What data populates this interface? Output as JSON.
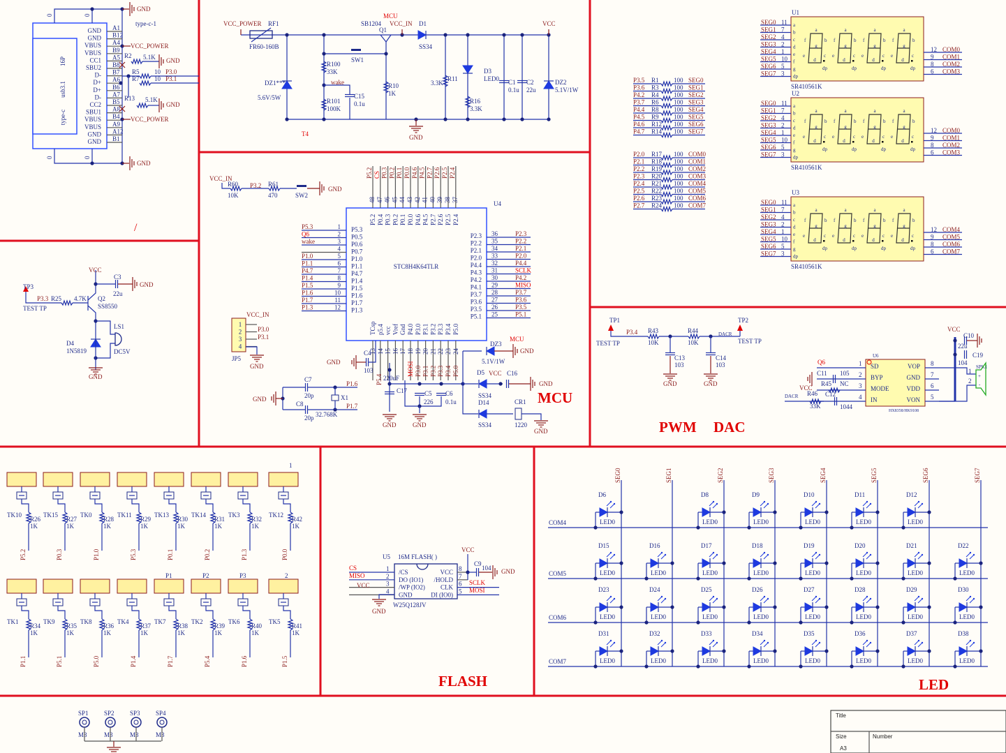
{
  "colors": {
    "wire": "#2233aa",
    "net": "#8b1c1c",
    "accent": "#e00000",
    "separator": "#e01020"
  },
  "usb": {
    "ref": "type-c-1",
    "pkg": "16P",
    "model": "usb3.1",
    "kind": "type-c",
    "zero": "0",
    "gnd": "GND",
    "vcc_power": "VCC_POWER",
    "pin_names": [
      "GND",
      "GND",
      "VBUS",
      "VBUS",
      "CC1",
      "SBU2",
      "D-",
      "D+",
      "D+",
      "D-",
      "CC2",
      "SBU1",
      "VBUS",
      "VBUS",
      "GND",
      "GND"
    ],
    "pin_nums": [
      "A1",
      "B12",
      "A4",
      "B9",
      "A5",
      "B8",
      "B7",
      "A6",
      "B6",
      "A7",
      "B5",
      "A8",
      "B4",
      "A9",
      "A12",
      "B1"
    ],
    "r2": "R2",
    "r2_val": "5.1K",
    "r5": "R5",
    "r5_val": "10",
    "r7": "R7",
    "r7_val": "10",
    "net_p30": "P3.0",
    "net_p31": "P3.1",
    "r13": "R13",
    "r13_val": "5.1K"
  },
  "power": {
    "vcc_power": "VCC_POWER",
    "rf1": "RF1",
    "rf1_val": "FR60-160B",
    "mcu": "MCU",
    "q1_part": "SB1204",
    "q1": "Q1",
    "vcc_in": "VCC_IN",
    "d1": "D1",
    "d1_val": "SS34",
    "vcc": "VCC",
    "sw1": "SW1",
    "r100": "R100",
    "r100_val": "33K",
    "wake": "wake",
    "c15": "C15",
    "c15_val": "0.1u",
    "r101": "R101",
    "r101_val": "100K",
    "r10": "R10",
    "r10_val": "1K",
    "dz1": "DZ1***",
    "dz1_val": "5.6V/5W",
    "r11": "R11",
    "r11_val": "3.3K",
    "d3": "D3",
    "d3_val": "LED0",
    "r16": "R16",
    "r16_val": "3.3K",
    "c1": "C1",
    "c1_val": "0.1u",
    "c2": "C2",
    "c2_val": "22u",
    "dz2": "DZ2",
    "dz2_val": "5.1V/1W",
    "gnd": "GND",
    "t4": "T4"
  },
  "buzzer": {
    "slash": "/",
    "tp3": "TP3",
    "test_tp": "TEST TP",
    "p33": "P3.3",
    "r25": "R25",
    "r25_val": "4.7K",
    "q2": "Q2",
    "q2_val": "SS8550",
    "vcc": "VCC",
    "c3": "C3",
    "c3_val": "22u",
    "gnd": "GND",
    "ls1": "LS1",
    "ls1_val": "DC5V",
    "d4": "D4",
    "d4_val": "1N5819",
    "gnd2": "GND"
  },
  "mcu": {
    "ref": "U4",
    "part": "STC8H4K64TLR",
    "title": "MCU",
    "left_nums": [
      "1",
      "2",
      "3",
      "4",
      "5",
      "6",
      "7",
      "8",
      "9",
      "10",
      "11",
      "12"
    ],
    "left_pins": [
      "P5.3",
      "P0.5",
      "P0.6",
      "P0.7",
      "P1.0",
      "P1.1",
      "P4.7",
      "P1.4",
      "P1.5",
      "P1.6",
      "P1.7",
      "P1.3"
    ],
    "left_nets": [
      "P5.3",
      "Q6",
      "wake",
      "",
      "P1.0",
      "P1.1",
      "P4.7",
      "P1.4",
      "P1.5",
      "P1.6",
      "P1.7",
      "P1.3"
    ],
    "right_nums": [
      "36",
      "35",
      "34",
      "33",
      "32",
      "31",
      "30",
      "29",
      "28",
      "27",
      "26",
      "25"
    ],
    "right_pins": [
      "P2.3",
      "P2.2",
      "P2.1",
      "P2.0",
      "P4.4",
      "P4.3",
      "P4.2",
      "P4.1",
      "P3.7",
      "P3.6",
      "P3.5",
      "P5.1"
    ],
    "right_nets": [
      "P2.3",
      "P2.2",
      "P2.1",
      "P2.0",
      "P4.4",
      "SCLK",
      "P4.2",
      "MISO",
      "P3.7",
      "P3.6",
      "P3.5",
      "P5.1"
    ],
    "top_nums": [
      "48",
      "47",
      "46",
      "45",
      "44",
      "43",
      "42",
      "41",
      "40",
      "39",
      "38",
      "37"
    ],
    "top_pins": [
      "P5.2",
      "P0.4",
      "P0.3",
      "P0.2",
      "P0.1",
      "P0.0",
      "P4.6",
      "P4.5",
      "P2.7",
      "P2.6",
      "P2.5",
      "P2.4"
    ],
    "top_nets": [
      "P5.2",
      "CS",
      "P0.3",
      "P0.2",
      "P0.1",
      "P0.0",
      "P4.6",
      "P4.5",
      "P2.7",
      "P2.6",
      "P2.5",
      "P2.4"
    ],
    "bottom_nums": [
      "13",
      "14",
      "15",
      "16",
      "17",
      "18",
      "19",
      "20",
      "21",
      "22",
      "23",
      "24"
    ],
    "bottom_pins": [
      "TCsp",
      "p5.4",
      "vcc",
      "Vref",
      "Gnd",
      "P4.0",
      "P3.0",
      "P3.1",
      "P3.2",
      "P3.3",
      "P3.4",
      "P5.0"
    ],
    "bottom_nets": [
      "",
      "P5.4",
      "",
      "",
      "",
      "MOSI",
      "P3.0",
      "P3.1",
      "P3.2",
      "P3.3",
      "P3.4",
      "P5.0"
    ],
    "vcc_in": "VCC_IN",
    "r60": "R60",
    "r60_val": "10K",
    "p32": "P3.2",
    "r61": "R61",
    "r61_val": "470",
    "sw2": "SW2",
    "gnd": "GND",
    "jp5": "JP5",
    "jp_pins": [
      "1",
      "2",
      "3",
      "4"
    ],
    "jp_vcc_in": "VCC_IN",
    "jp_p30": "P3.0",
    "jp_p31": "P3.1",
    "jp_gnd": "GND",
    "c4": "C4",
    "c4_val": "103",
    "c4_gnd": "GND",
    "c7": "C7",
    "c7_val": "20p",
    "c8": "C8",
    "c8_val": "20p",
    "x1": "X1",
    "x1_val": "32.768K",
    "p16": "P1.6",
    "p17": "P1.7",
    "xtal_gnd": "GND",
    "c17_val": "220uF",
    "c17": "C17",
    "c5": "C5",
    "c5_val": "226",
    "c6": "C6",
    "c6_val": "0.1u",
    "gnd_a": "GND",
    "gnd_b": "GND",
    "dz3": "DZ3",
    "dz3_val": "5.1V/1W",
    "mcu_net": "MCU",
    "dz3_gnd": "GND",
    "d5": "D5",
    "d5_val": "SS34",
    "vcc": "VCC",
    "c16": "C16",
    "c16_gnd": "GND",
    "d14": "D14",
    "d14_val": "SS34",
    "cr1": "CR1",
    "cr1_val": "1220",
    "cr1_gnd": "GND"
  },
  "displays": [
    {
      "ref": "U1",
      "part": "SR410561K",
      "seg_nums": [
        "11",
        "7",
        "4",
        "2",
        "1",
        "10",
        "5",
        "3"
      ],
      "segs": [
        "SEG0",
        "SEG1",
        "SEG2",
        "SEG3",
        "SEG4",
        "SEG5",
        "SEG6",
        "SEG7"
      ],
      "com_nums": [
        "12",
        "9",
        "8",
        "6"
      ],
      "coms": [
        "COM0",
        "COM1",
        "COM2",
        "COM3"
      ]
    },
    {
      "ref": "U2",
      "part": "SR410561K",
      "seg_nums": [
        "11",
        "7",
        "4",
        "2",
        "1",
        "10",
        "5",
        "3"
      ],
      "segs": [
        "SEG0",
        "SEG1",
        "SEG2",
        "SEG3",
        "SEG4",
        "SEG5",
        "SEG6",
        "SEG7"
      ],
      "com_nums": [
        "12",
        "9",
        "8",
        "6"
      ],
      "coms": [
        "COM0",
        "COM1",
        "COM2",
        "COM3"
      ]
    },
    {
      "ref": "U3",
      "part": "SR410561K",
      "seg_nums": [
        "11",
        "7",
        "4",
        "2",
        "1",
        "10",
        "5",
        "3"
      ],
      "segs": [
        "SEG0",
        "SEG1",
        "SEG2",
        "SEG3",
        "SEG4",
        "SEG5",
        "SEG6",
        "SEG7"
      ],
      "com_nums": [
        "12",
        "9",
        "8",
        "6"
      ],
      "coms": [
        "COM4",
        "COM5",
        "COM6",
        "COM7"
      ]
    }
  ],
  "display_pins": [
    "a",
    "b",
    "c",
    "d",
    "e",
    "f",
    "g",
    "dp"
  ],
  "digit_segs": {
    "a": "a",
    "b": "b",
    "c": "c",
    "d": "d",
    "e": "e",
    "f": "f",
    "g": "g",
    "dp": "dp"
  },
  "seg_resistors": [
    [
      "P3.5",
      "R1",
      "100",
      "SEG0"
    ],
    [
      "P3.6",
      "R3",
      "100",
      "SEG1"
    ],
    [
      "P4.2",
      "R4",
      "100",
      "SEG2"
    ],
    [
      "P3.7",
      "R6",
      "100",
      "SEG3"
    ],
    [
      "P4.4",
      "R8",
      "100",
      "SEG4"
    ],
    [
      "P4.5",
      "R9",
      "100",
      "SEG5"
    ],
    [
      "P4.6",
      "R12",
      "100",
      "SEG6"
    ],
    [
      "P4.7",
      "R14",
      "100",
      "SEG7"
    ]
  ],
  "com_resistors": [
    [
      "P2.0",
      "R17",
      "100",
      "COM0"
    ],
    [
      "P2.1",
      "R18",
      "100",
      "COM1"
    ],
    [
      "P2.2",
      "R19",
      "100",
      "COM2"
    ],
    [
      "P2.3",
      "R20",
      "100",
      "COM3"
    ],
    [
      "P2.4",
      "R21",
      "100",
      "COM4"
    ],
    [
      "P2.5",
      "R22",
      "100",
      "COM5"
    ],
    [
      "P2.6",
      "R23",
      "100",
      "COM6"
    ],
    [
      "P2.7",
      "R24",
      "100",
      "COM7"
    ]
  ],
  "pwm": {
    "tp1": "TP1",
    "test_tp1": "TEST TP",
    "p34": "P3.4",
    "r43": "R43",
    "r43_val": "10K",
    "r44": "R44",
    "r44_val": "10K",
    "dacr": "DACR",
    "tp2": "TP2",
    "test_tp2": "TEST TP",
    "c13": "C13",
    "c13_val": "103",
    "c14": "C14",
    "c14_val": "103",
    "gnd1": "GND",
    "gnd2": "GND",
    "title_pwm": "PWM",
    "title_dac": "DAC"
  },
  "amp": {
    "ref": "U6",
    "part": "HX8358/HK9108",
    "left_pins": [
      "SD",
      "BYP",
      "MODE",
      "IN"
    ],
    "left_nums": [
      "1",
      "2",
      "3",
      "4"
    ],
    "right_pins": [
      "VOP",
      "GND",
      "VDD",
      "VON"
    ],
    "right_nums": [
      "8",
      "7",
      "6",
      "5"
    ],
    "q6": "Q6",
    "c11": "C11",
    "c11_val": "105",
    "vcc": "VCC",
    "r45": "R45",
    "r45_val": "NC",
    "dacr": "DACR",
    "r46": "R46",
    "r46_val": "33K",
    "c12": "C12",
    "c12_val": "1044",
    "vcc_top": "VCC",
    "c10": "C10",
    "c10_val": "22u",
    "c19": "C19",
    "c19_val": "104",
    "spk": "SPK1",
    "spk_pins": [
      "1",
      "2"
    ],
    "spk_plus": "+",
    "spk_minus": "-"
  },
  "touch": {
    "top": [
      {
        "tk": "TK10",
        "r": "R26",
        "v": "1K",
        "p": "P5.2"
      },
      {
        "tk": "TK15",
        "r": "R27",
        "v": "1K",
        "p": "P0.3"
      },
      {
        "tk": "TK0",
        "r": "R28",
        "v": "1K",
        "p": "P1.0"
      },
      {
        "tk": "TK11",
        "r": "R29",
        "v": "1K",
        "p": "P5.3"
      },
      {
        "tk": "TK13",
        "r": "R30",
        "v": "1K",
        "p": "P0.1"
      },
      {
        "tk": "TK14",
        "r": "R31",
        "v": "1K",
        "p": "P0.2"
      },
      {
        "tk": "TK3",
        "r": "R32",
        "v": "1K",
        "p": "P1.3"
      },
      {
        "tk": "TK12",
        "r": "R42",
        "v": "1K",
        "p": "P0.0"
      }
    ],
    "bottom": [
      {
        "tk": "TK1",
        "r": "R34",
        "v": "1K",
        "p": "P1.1"
      },
      {
        "tk": "TK9",
        "r": "R35",
        "v": "1K",
        "p": "P5.1"
      },
      {
        "tk": "TK8",
        "r": "R36",
        "v": "1K",
        "p": "P5.0"
      },
      {
        "tk": "TK4",
        "r": "R37",
        "v": "1K",
        "p": "P1.4"
      },
      {
        "tk": "TK7",
        "r": "R38",
        "v": "1K",
        "p": "P1.7"
      },
      {
        "tk": "TK2",
        "r": "R39",
        "v": "1K",
        "p": "P5.4"
      },
      {
        "tk": "TK6",
        "r": "R40",
        "v": "1K",
        "p": "P1.6"
      },
      {
        "tk": "TK5",
        "r": "R41",
        "v": "1K",
        "p": "P1.5"
      }
    ],
    "marker_1": "1",
    "marker_p1": "P1",
    "marker_p2": "P2",
    "marker_p3": "P3",
    "marker_2": "2"
  },
  "flash": {
    "ref": "U5",
    "desc": "16M FLASH(      )",
    "part": "W25Q128JV",
    "left_pins": [
      "/CS",
      "DO (IO1)",
      "/WP (IO2)",
      "GND"
    ],
    "left_nums": [
      "1",
      "2",
      "3",
      "4"
    ],
    "right_pins": [
      "VCC",
      "/HOLD",
      "CLK",
      "DI (IO0)"
    ],
    "right_nums": [
      "8",
      "7",
      "6",
      "5"
    ],
    "cs": "CS",
    "miso": "MISO",
    "vcc": "VCC",
    "gnd": "GND",
    "vcc_top": "VCC",
    "c9": "C9",
    "c9_val": "104",
    "c9_gnd": "GND",
    "sclk": "SCLK",
    "mosi": "MOSI",
    "title": "FLASH"
  },
  "led": {
    "title": "LED",
    "segs": [
      "SEG0",
      "SEG1",
      "SEG2",
      "SEG3",
      "SEG4",
      "SEG5",
      "SEG6",
      "SEG7"
    ],
    "coms": [
      "COM4",
      "COM5",
      "COM6",
      "COM7"
    ],
    "value": "LED0",
    "rows": [
      [
        "D6",
        null,
        "D8",
        "D9",
        "D10",
        "D11",
        "D12",
        null
      ],
      [
        "D15",
        "D16",
        "D17",
        "D18",
        "D19",
        "D20",
        "D21",
        "D22"
      ],
      [
        "D23",
        "D24",
        "D25",
        "D26",
        "D27",
        "D28",
        "D29",
        "D30"
      ],
      [
        "D31",
        "D32",
        "D33",
        "D34",
        "D35",
        "D36",
        "D37",
        "D38"
      ]
    ]
  },
  "mounts": {
    "holes": [
      "SP1",
      "SP2",
      "SP3",
      "SP4"
    ],
    "size": "M3"
  },
  "title_block": {
    "title": "Title",
    "size": "Size",
    "number": "Number",
    "size_val": "A3"
  }
}
